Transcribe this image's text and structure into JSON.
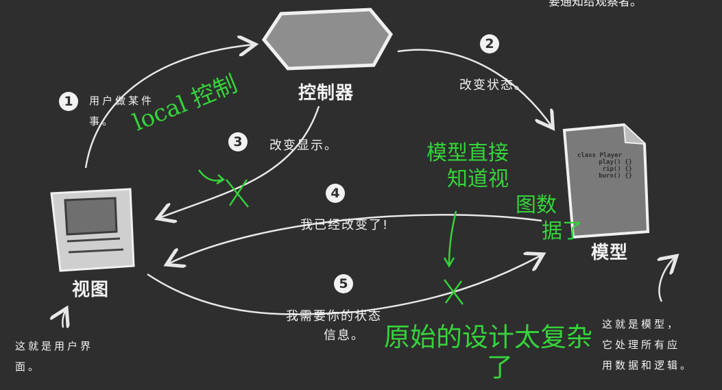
{
  "top_cut_text": "要通知给观察者。",
  "controller": {
    "label": "控制器"
  },
  "model": {
    "label": "模型",
    "code_lines": [
      "class Player",
      "play() {}",
      "rip() {}",
      "burn() {}"
    ],
    "note": [
      "这就是模型，",
      "它处理所有应",
      "用数据和逻辑。"
    ]
  },
  "view": {
    "label": "视图",
    "note": [
      "这就是用户界",
      "面。"
    ]
  },
  "steps": [
    {
      "number": "1",
      "text_lines": [
        "用户做某件",
        "事。"
      ]
    },
    {
      "number": "2",
      "text_lines": [
        "改变状态。"
      ]
    },
    {
      "number": "3",
      "text_lines": [
        "改变显示。"
      ]
    },
    {
      "number": "4",
      "text_lines": [
        "我已经改变了!"
      ]
    },
    {
      "number": "5",
      "text_lines": [
        "我需要你的状态",
        "信息。"
      ]
    }
  ],
  "handwritten": {
    "local_control": "local 控制",
    "model_direct": [
      "模型直接",
      "知道视",
      "图数",
      "据了"
    ],
    "original_design": [
      "原始的设计太复杂",
      "了"
    ]
  },
  "colors": {
    "background": "#2e2e2e",
    "chalk": "#f2f2f2",
    "annotation": "#35d43a"
  }
}
